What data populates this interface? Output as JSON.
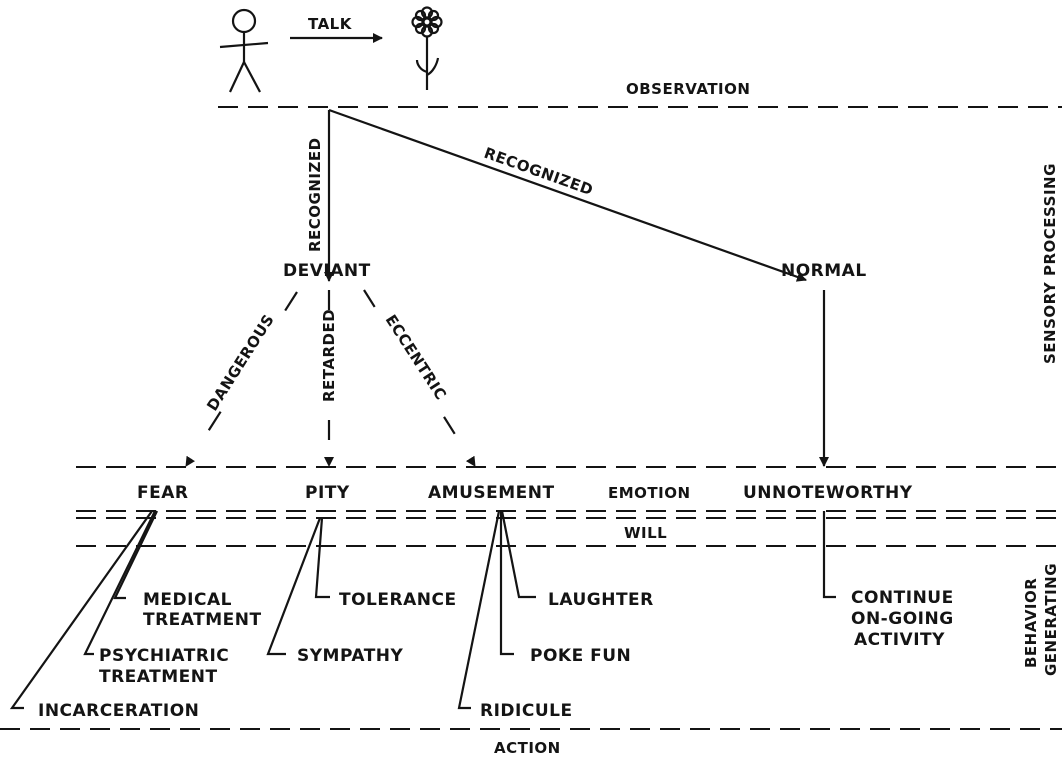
{
  "header": {
    "talk": "TALK"
  },
  "levels": {
    "observation": "OBSERVATION",
    "emotion": "EMOTION",
    "will": "WILL",
    "action": "ACTION",
    "sensory_processing": "SENSORY PROCESSING",
    "behavior_line1": "BEHAVIOR",
    "behavior_line2": "GENERATING"
  },
  "edges": {
    "recognized_left": "RECOGNIZED",
    "recognized_right": "RECOGNIZED",
    "dangerous": "DANGEROUS",
    "retarded": "RETARDED",
    "eccentric": "ECCENTRIC"
  },
  "nodes": {
    "deviant": "DEVIANT",
    "normal": "NORMAL",
    "fear": "FEAR",
    "pity": "PITY",
    "amusement": "AMUSEMENT",
    "unnoteworthy": "UNNOTEWORTHY"
  },
  "behaviors": {
    "medical_1": "MEDICAL",
    "medical_2": "TREATMENT",
    "psychiatric_1": "PSYCHIATRIC",
    "psychiatric_2": "TREATMENT",
    "incarceration": "INCARCERATION",
    "tolerance": "TOLERANCE",
    "sympathy": "SYMPATHY",
    "laughter": "LAUGHTER",
    "poke_fun": "POKE FUN",
    "ridicule": "RIDICULE",
    "continue_1": "CONTINUE",
    "continue_2": "ON-GOING",
    "continue_3": "ACTIVITY"
  }
}
